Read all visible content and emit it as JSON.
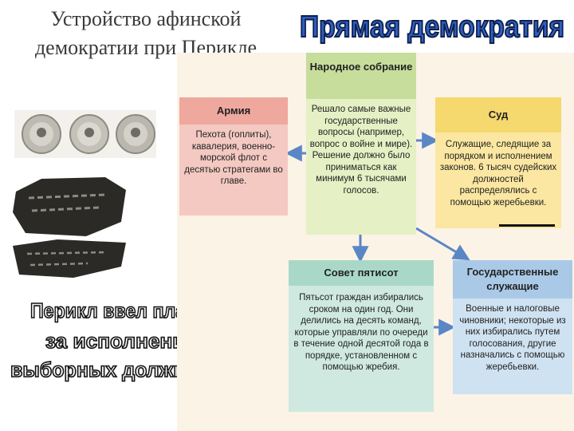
{
  "slide": {
    "title": "Устройство афинской демократии при Перикле",
    "headline": "Прямая демократия",
    "pericles_note_lines": [
      "Перикл ввел плату",
      "за исполнение",
      "выборных должностей"
    ]
  },
  "scheme": {
    "assembly": {
      "title": "Народное собрание",
      "text": "Решало самые важные государственные вопросы (например, вопрос о войне и мире). Решение должно было приниматься как минимум 6 тысячами голосов."
    },
    "army": {
      "title": "Армия",
      "text": "Пехота (гоплиты), кавалерия, военно-морской флот с десятью стратегами во главе."
    },
    "court": {
      "title": "Суд",
      "text": "Служащие, следящие за порядком и исполнением законов. 6 тысяч судейских должностей распределялись с помощью жеребьевки."
    },
    "council": {
      "title": "Совет пятисот",
      "text": "Пятьсот граждан избирались сроком на один год. Они делились на десять команд, которые управляли по очереди в течение одной десятой года в порядке, установленном с помощью жребия."
    },
    "officials": {
      "title": "Государственные служащие",
      "text": "Военные и налоговые чиновники; некоторые из них избирались путем голосования, другие назначались с помощью жеребьевки."
    }
  },
  "colors": {
    "headline_fill": "#2f5fbf",
    "headline_stroke": "#0d1f4d",
    "army": "#f4c9c2",
    "assembly": "#e5f0c4",
    "court": "#fbe7a1",
    "council": "#cfe9e0",
    "officials": "#cfe2f1",
    "arrow": "#5b86c6"
  },
  "icons": {
    "coins": "ancient-coins-image",
    "ostracon": "ostracon-shard-image"
  }
}
